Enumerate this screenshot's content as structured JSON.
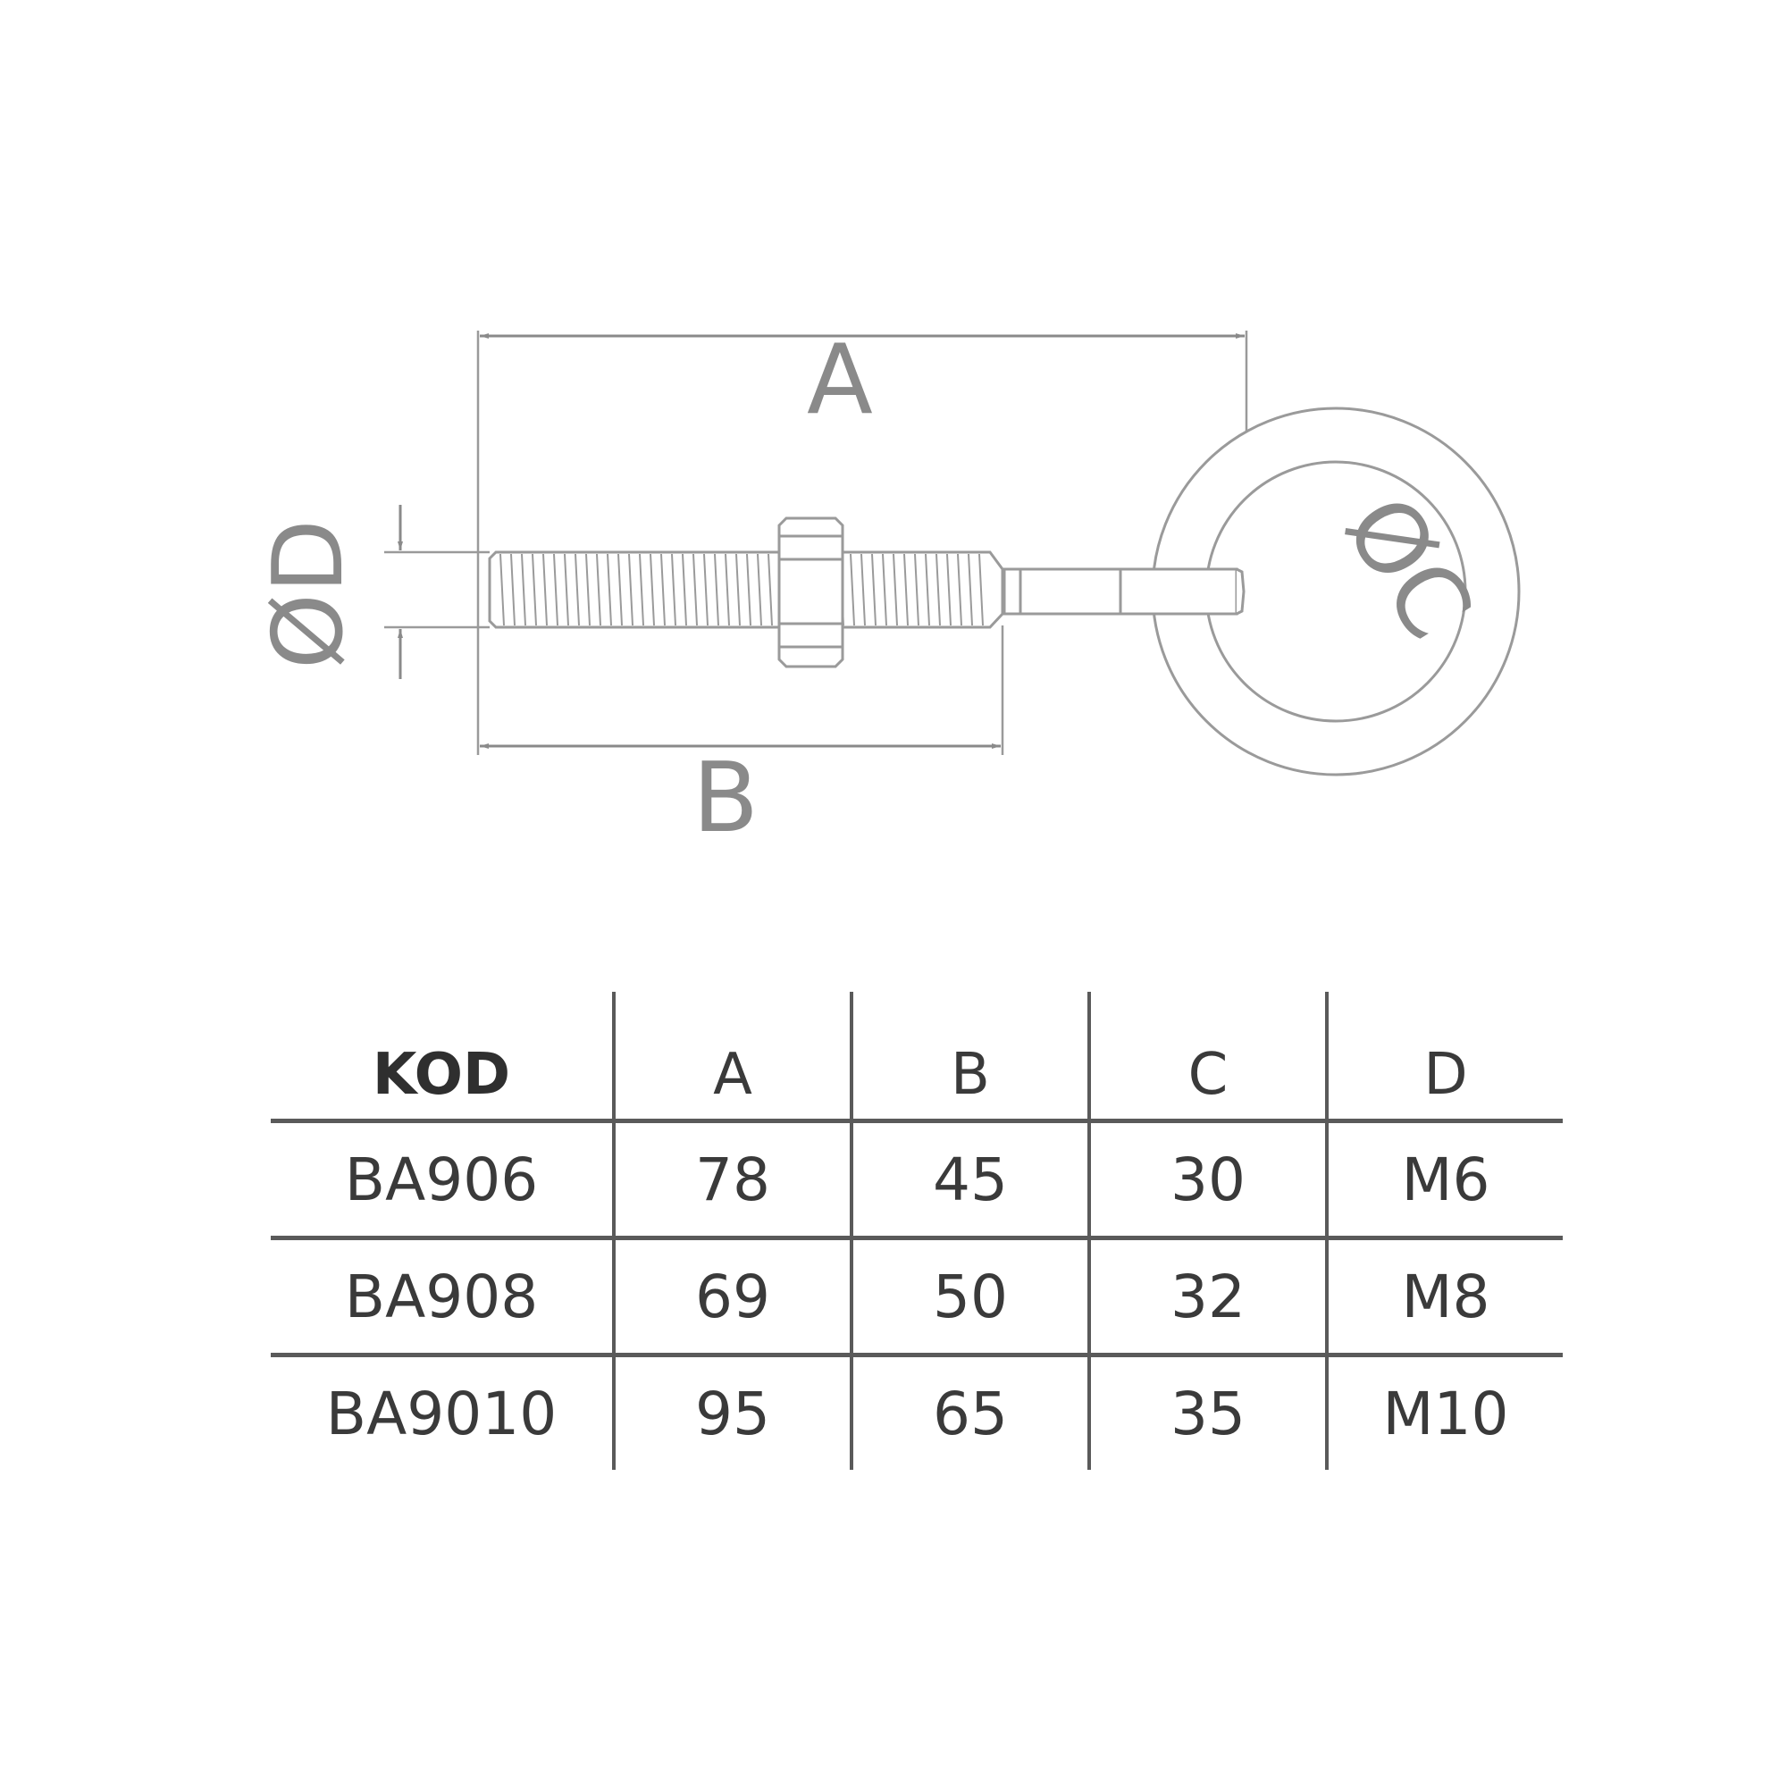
{
  "drawing": {
    "labels": {
      "a": "A",
      "b": "B",
      "c": "ØC",
      "d": "ØD"
    },
    "line_color": "#9a9a9a",
    "text_color": "#8a8a8a"
  },
  "table": {
    "headers": [
      "KOD",
      "A",
      "B",
      "C",
      "D"
    ],
    "rows": [
      [
        "BA906",
        "78",
        "45",
        "30",
        "M6"
      ],
      [
        "BA908",
        "69",
        "50",
        "32",
        "M8"
      ],
      [
        "BA9010",
        "95",
        "65",
        "35",
        "M10"
      ]
    ]
  }
}
